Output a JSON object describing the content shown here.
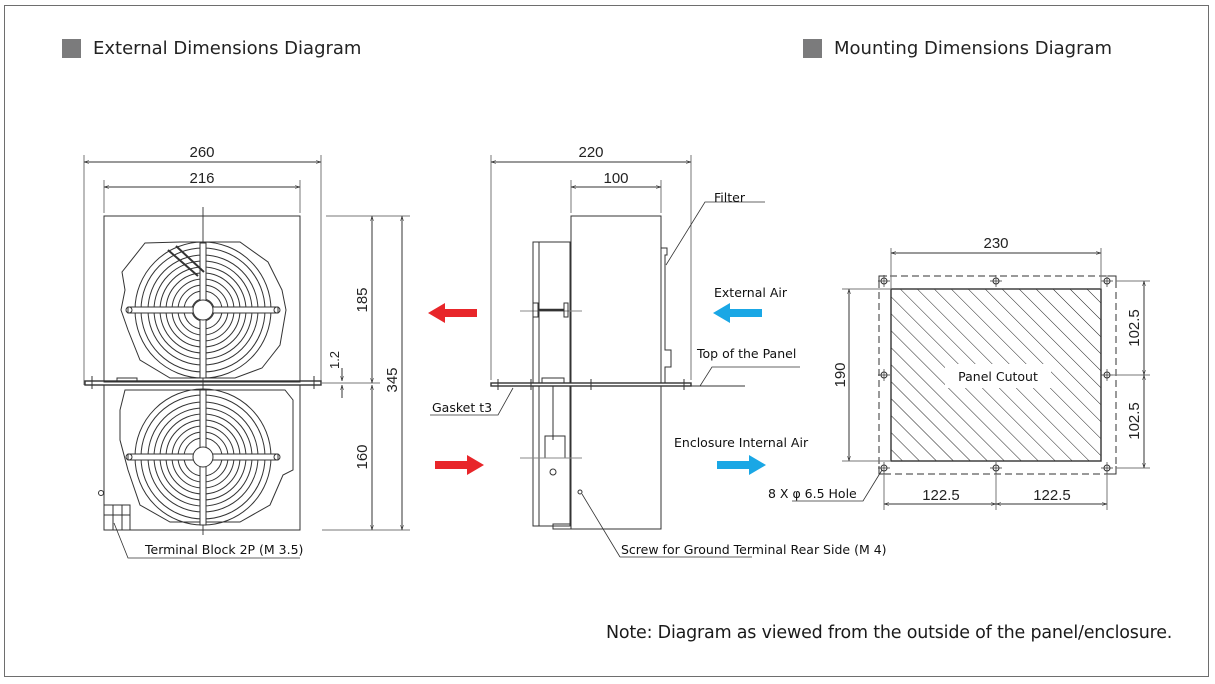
{
  "headings": {
    "external": "External Dimensions Diagram",
    "mounting": "Mounting Dimensions Diagram"
  },
  "front_view": {
    "dims": {
      "overall_width": "260",
      "body_width": "216",
      "upper_height": "185",
      "lower_height": "160",
      "total_height": "345",
      "flange_thickness": "1.2"
    },
    "labels": {
      "terminal_block": "Terminal Block 2P (M 3.5)"
    }
  },
  "side_view": {
    "dims": {
      "overall_depth": "220",
      "upper_depth": "100"
    },
    "labels": {
      "filter": "Filter",
      "external_air": "External Air",
      "top_of_panel": "Top of the Panel",
      "gasket": "Gasket t3",
      "enclosure_internal_air": "Enclosure Internal Air",
      "ground_screw": "Screw for Ground Terminal Rear Side (M 4)"
    },
    "colors": {
      "hot_air_arrow": "#e8262a",
      "cool_air_arrow": "#1aa7e5"
    }
  },
  "mounting_view": {
    "dims": {
      "cutout_width": "230",
      "cutout_height": "190",
      "upper_hole_pitch": "102.5",
      "lower_hole_pitch": "102.5",
      "left_hole_pitch": "122.5",
      "right_hole_pitch": "122.5"
    },
    "labels": {
      "cutout": "Panel Cutout",
      "holes": "8 X φ 6.5 Hole"
    }
  },
  "note": "Note: Diagram as viewed from the outside of the panel/enclosure."
}
